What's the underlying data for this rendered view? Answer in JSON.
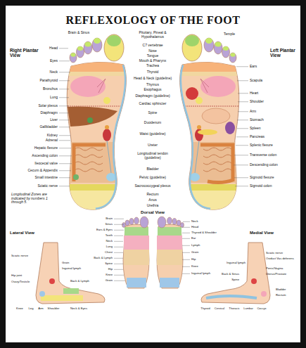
{
  "diagram": {
    "title": "REFLEXOLOGY OF THE FOOT",
    "labels": [
      "Right Plantar View",
      "Left Plantar View",
      "Brain & Sinus",
      "Pituitary, Pineal & Hypothalamus",
      "Temple",
      "C7 vertebrae",
      "Nose",
      "Tongue",
      "Mouth & Pharynx",
      "Trachea",
      "Thyroid",
      "Head & Neck (guideline)",
      "Thymus",
      "Esophagus",
      "Diaphragm (guideline)",
      "Cardiac sphincter",
      "Spine",
      "Duodenum",
      "Waist (guideline)",
      "Ureter",
      "Longitudinal tendon (guideline)",
      "Bladder",
      "Pelvic (guideline)",
      "Sacrococcygeal plexus",
      "Rectum",
      "Anus",
      "Urethra",
      "Head",
      "Eyes",
      "Neck",
      "Parathyroid",
      "Bronchus",
      "Lung",
      "Solar plexus",
      "Diaphragm",
      "Liver",
      "Gallbladder",
      "Kidney",
      "Adrenal",
      "Hepatic flexure",
      "Ascending colon",
      "Ileocecal valve",
      "Cecum & Appendix",
      "Small intestine",
      "Sciatic nerve",
      "Longitudinal Zones are indicated by numbers 1 through 5.",
      "Ears",
      "Scapula",
      "Heart",
      "Shoulder",
      "Arm",
      "Stomach",
      "Spleen",
      "Pancreas",
      "Splenic flexure",
      "Transverse colon",
      "Descending colon",
      "Sigmoid flexure",
      "Sigmoid colon",
      "Dorsal View",
      "Lateral View",
      "Medial View",
      "Brain",
      "Sinus",
      "Ears & Eyes",
      "Teeth",
      "Neck",
      "Lung",
      "Chest",
      "Back & Lymph",
      "Spine",
      "Hip",
      "Knee",
      "Groin",
      "Neck",
      "Head",
      "Thyroid & Shoulder",
      "Ear",
      "Lymph",
      "Groin",
      "Hip",
      "Knee",
      "Inguinal lymph",
      "Sciatic nerve",
      "Hip joint",
      "Ovary/Testicle",
      "Groin",
      "Inguinal lymph",
      "Back & Lymph",
      "Knee",
      "Leg",
      "Arm",
      "Shoulder",
      "Neck & Eyes",
      "Sciatic nerve",
      "Oviduct Vas deferens",
      "Penis/Vagina",
      "Uterus/Prostate",
      "Inguinal lymph",
      "Bladder",
      "Rectum",
      "Back & Sinus",
      "Spine",
      "Thyroid",
      "Cervical",
      "Thoracic",
      "Lumbar",
      "Coccyx"
    ]
  }
}
